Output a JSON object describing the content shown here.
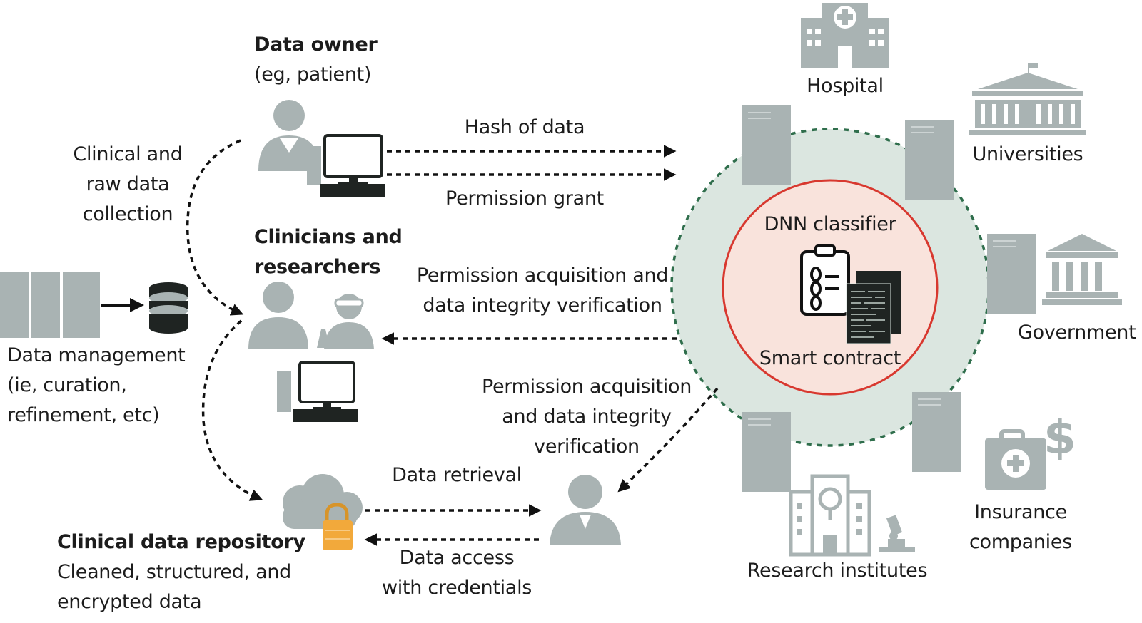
{
  "data_owner": {
    "title": "Data owner",
    "subtitle": "(eg, patient)"
  },
  "collection_label": [
    "Clinical and",
    "raw data",
    "collection"
  ],
  "clinicians": {
    "title_line1": "Clinicians and",
    "title_line2": "researchers"
  },
  "data_management": [
    "Data management",
    "(ie, curation,",
    "refinement, etc)"
  ],
  "repository": {
    "title": "Clinical data repository",
    "line2": "Cleaned, structured, and",
    "line3": "encrypted data"
  },
  "arrows": {
    "hash": "Hash of data",
    "grant": "Permission grant",
    "acq1": [
      "Permission acquisition and",
      "data integrity verification"
    ],
    "acq2": [
      "Permission acquisition",
      "and data integrity",
      "verification"
    ],
    "retrieval": "Data retrieval",
    "access": [
      "Data access",
      "with credentials"
    ]
  },
  "network": {
    "dnn": "DNN classifier",
    "smart_contract": "Smart contract",
    "participants": {
      "hospital": "Hospital",
      "universities": "Universities",
      "government": "Government",
      "insurance": [
        "Insurance",
        "companies"
      ],
      "research": "Research institutes"
    }
  },
  "colors": {
    "icon_grey": "#a9b3b3",
    "ring_green": "#2f6e4c",
    "ring_fill": "#dbe6e0",
    "red": "#d8382f",
    "lock": "#f2a93b",
    "dark": "#1f2422"
  }
}
